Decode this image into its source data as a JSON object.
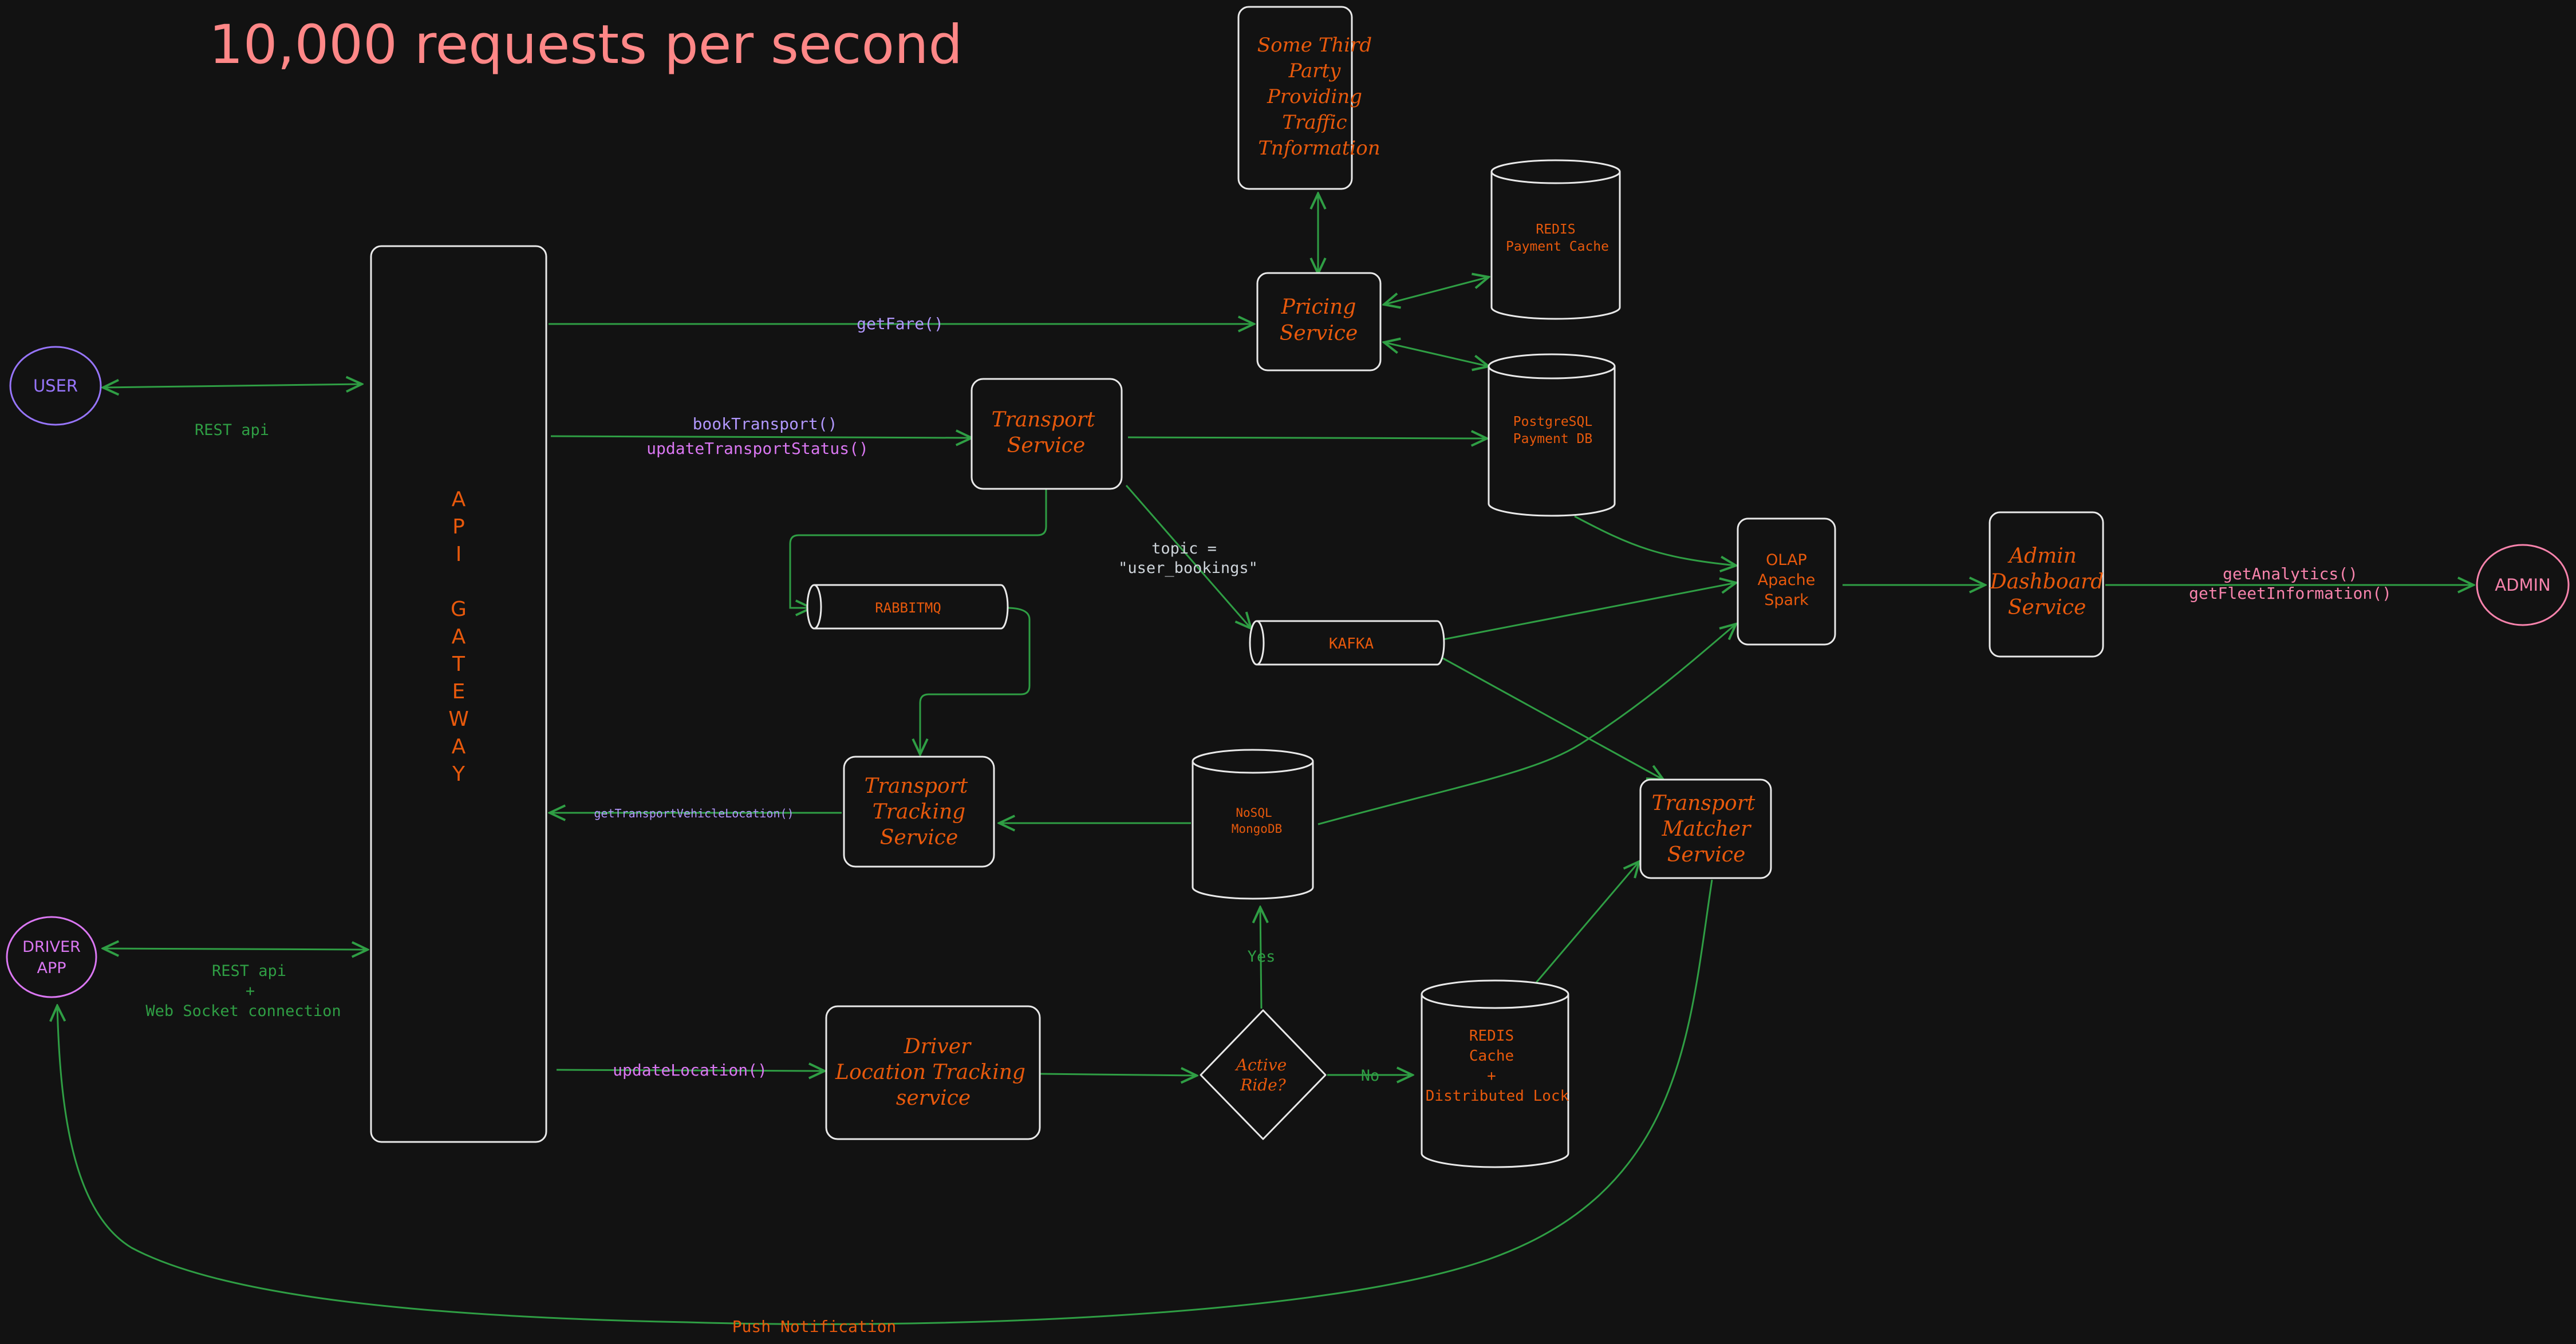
{
  "title": "10,000 requests per second",
  "colors": {
    "background": "#121212",
    "outline": "#e9e9e9",
    "arrow": "#2f9e44",
    "title": "#ff8787",
    "node_text": "#e8590c",
    "user_outline": "#9775fa",
    "driver_outline": "#da77f2",
    "admin_outline": "#f783ac",
    "method_text": "#b197fc",
    "edge_label_green": "#2f9e44",
    "edge_label_gray": "#ced4da"
  },
  "actors": {
    "user": "USER",
    "driver": [
      "DRIVER",
      "APP"
    ],
    "admin": "ADMIN"
  },
  "gateway": {
    "letters": [
      "A",
      "P",
      "I",
      "",
      "G",
      "A",
      "T",
      "E",
      "W",
      "A",
      "Y"
    ]
  },
  "services": {
    "third_party": [
      "Some Third",
      "Party",
      "Providing",
      "Traffic",
      "Tnformation"
    ],
    "pricing": [
      "Pricing",
      "Service"
    ],
    "transport": [
      "Transport",
      "Service"
    ],
    "tracking": [
      "Transport",
      "Tracking",
      "Service"
    ],
    "driver_location": [
      "Driver",
      "Location Tracking",
      "service"
    ],
    "matcher": [
      "Transport",
      "Matcher",
      "Service"
    ],
    "admin_dashboard": [
      "Admin",
      "Dashboard",
      "Service"
    ],
    "olap": [
      "OLAP",
      "Apache",
      "Spark"
    ]
  },
  "datastores": {
    "redis_payment": [
      "REDIS",
      "Payment Cache"
    ],
    "postgres": [
      "PostgreSQL",
      "Payment DB"
    ],
    "nosql": [
      "NoSQL",
      "MongoDB"
    ],
    "redis_cache": [
      "REDIS",
      "Cache",
      "+",
      "Distributed Lock"
    ]
  },
  "queues": {
    "rabbitmq": "RABBITMQ",
    "kafka": "KAFKA"
  },
  "decision": [
    "Active",
    "Ride?"
  ],
  "edge_labels": {
    "rest_api": "REST api",
    "driver_conn": [
      "REST api",
      "+",
      "Web Socket connection"
    ],
    "get_fare": "getFare()",
    "book": [
      "bookTransport()",
      "updateTransportStatus()"
    ],
    "topic": [
      "topic =",
      "\"user_bookings\""
    ],
    "get_location": "getTransportVehicleLocation()",
    "update_location": "updateLocation()",
    "yes": "Yes",
    "no": "No",
    "analytics": [
      "getAnalytics()",
      "getFleetInformation()"
    ],
    "push": "Push Notification"
  }
}
